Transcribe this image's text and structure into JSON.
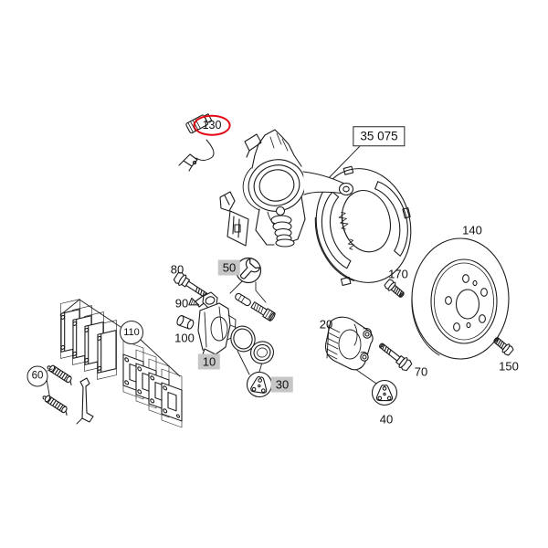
{
  "diagram": {
    "type": "exploded-parts-diagram",
    "subject": "rear disc brake assembly with steering knuckle",
    "background_color": "#ffffff",
    "line_color": "#1c1c1c",
    "highlight_color": "#e30613",
    "label_badge_color": "#c6c6c6",
    "part_labels": [
      {
        "id": "130",
        "text": "130",
        "style": "red-ellipse"
      },
      {
        "id": "35075",
        "text": "35 075",
        "style": "boxed"
      },
      {
        "id": "140",
        "text": "140",
        "style": "plain"
      },
      {
        "id": "170",
        "text": "170",
        "style": "plain"
      },
      {
        "id": "150",
        "text": "150",
        "style": "plain"
      },
      {
        "id": "70",
        "text": "70",
        "style": "plain"
      },
      {
        "id": "40",
        "text": "40",
        "style": "plain"
      },
      {
        "id": "20",
        "text": "20",
        "style": "plain"
      },
      {
        "id": "30",
        "text": "30",
        "style": "gray-badge"
      },
      {
        "id": "10",
        "text": "10",
        "style": "gray-badge"
      },
      {
        "id": "50",
        "text": "50",
        "style": "gray-badge"
      },
      {
        "id": "80",
        "text": "80",
        "style": "plain"
      },
      {
        "id": "90",
        "text": "90",
        "style": "plain"
      },
      {
        "id": "100",
        "text": "100",
        "style": "plain"
      },
      {
        "id": "110",
        "text": "110",
        "style": "circled"
      },
      {
        "id": "60",
        "text": "60",
        "style": "circled"
      }
    ],
    "icons": [
      {
        "name": "wrench-icon",
        "meaning": "special tool symbol next to part 50"
      }
    ]
  }
}
